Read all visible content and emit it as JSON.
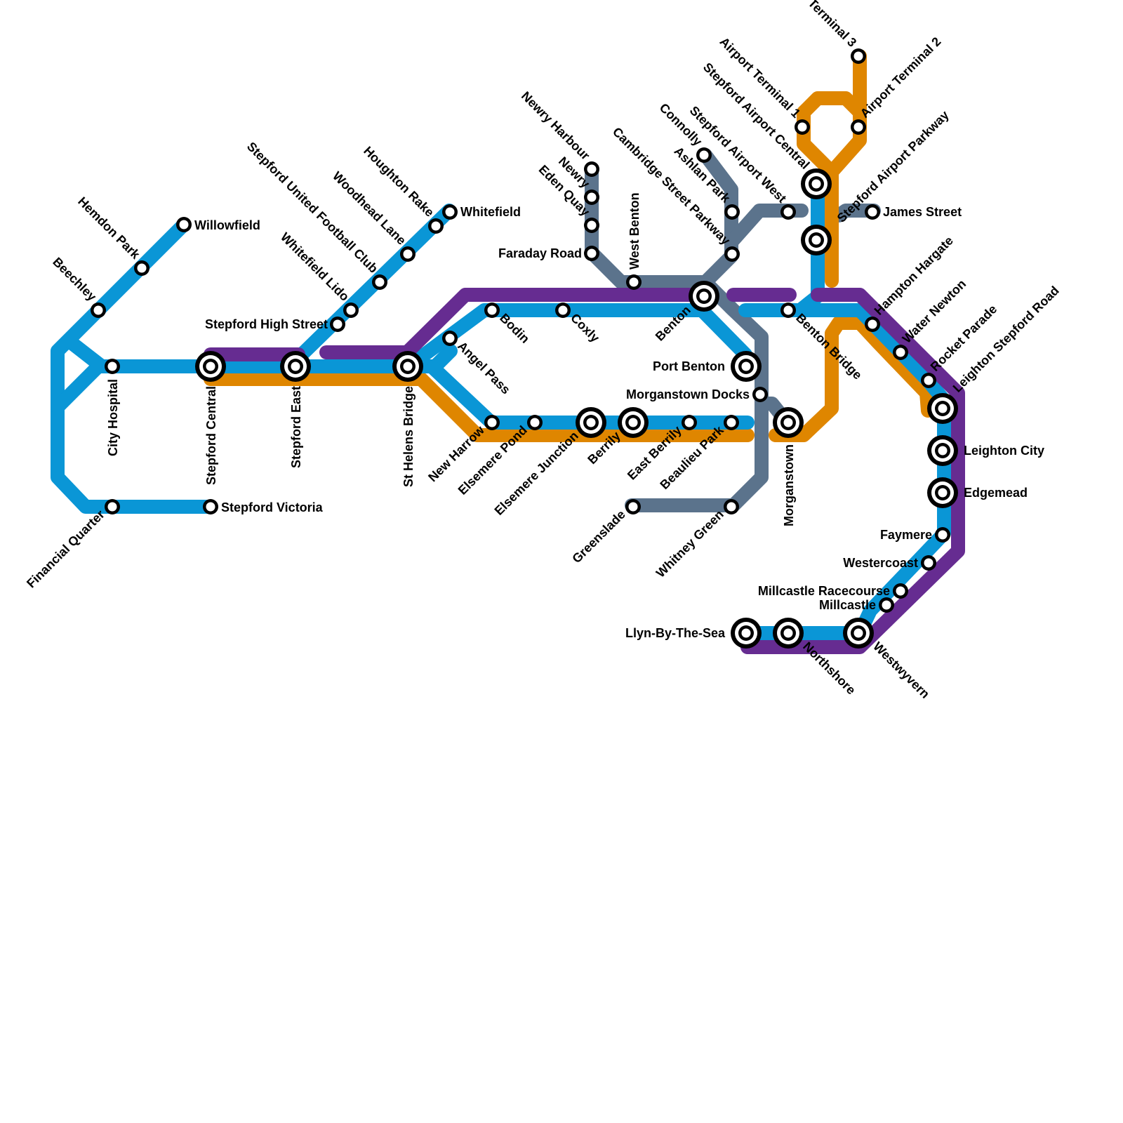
{
  "lines": [
    {
      "name": "Blue line",
      "color": "#0a96d6"
    },
    {
      "name": "Purple line",
      "color": "#662c91"
    },
    {
      "name": "Orange line",
      "color": "#df8600"
    },
    {
      "name": "Slate line",
      "color": "#5b738c"
    }
  ],
  "stations": {
    "willowfield": "Willowfield",
    "hemdon_park": "Hemdon Park",
    "beechley": "Beechley",
    "city_hospital": "City Hospital",
    "stepford_central": "Stepford Central",
    "stepford_victoria": "Stepford Victoria",
    "financial_quarter": "Financial Quarter",
    "stepford_east": "Stepford East",
    "stepford_high_street": "Stepford High Street",
    "whitefield_lido": "Whitefield Lido",
    "stepford_united_fc": "Stepford United Football Club",
    "woodhead_lane": "Woodhead Lane",
    "houghton_rake": "Houghton Rake",
    "whitefield": "Whitefield",
    "st_helens_bridge": "St Helens Bridge",
    "angel_pass": "Angel Pass",
    "bodin": "Bodin",
    "coxly": "Coxly",
    "new_harrow": "New Harrow",
    "elsemere_pond": "Elsemere Pond",
    "elsemere_junction": "Elsemere Junction",
    "berrily": "Berrily",
    "east_berrily": "East Berrily",
    "beaulieu_park": "Beaulieu Park",
    "greenslade": "Greenslade",
    "whitney_green": "Whitney Green",
    "newry_harbour": "Newry Harbour",
    "newry": "Newry",
    "eden_quay": "Eden Quay",
    "faraday_road": "Faraday Road",
    "west_benton": "West Benton",
    "cambridge_street_parkway": "Cambridge Street Parkway",
    "benton": "Benton",
    "connolly": "Connolly",
    "ashlan_park": "Ashlan Park",
    "stepford_airport_west": "Stepford Airport West",
    "port_benton": "Port Benton",
    "morganstown_docks": "Morganstown Docks",
    "morganstown": "Morganstown",
    "benton_bridge": "Benton Bridge",
    "stepford_airport_central": "Stepford Airport Central",
    "stepford_airport_parkway": "Stepford Airport Parkway",
    "james_street": "James Street",
    "airport_terminal_1": "Airport Terminal 1",
    "airport_terminal_2": "Airport Terminal 2",
    "airport_terminal_3": "Terminal 3",
    "hampton_hargate": "Hampton Hargate",
    "water_newton": "Water Newton",
    "rocket_parade": "Rocket Parade",
    "leighton_stepford_road": "Leighton Stepford Road",
    "leighton_city": "Leighton City",
    "edgemead": "Edgemead",
    "faymere": "Faymere",
    "westercoast": "Westercoast",
    "millcastle_racecourse": "Millcastle Racecourse",
    "millcastle": "Millcastle",
    "westwyvern": "Westwyvern",
    "northshore": "Northshore",
    "llyn_by_the_sea": "Llyn-By-The-Sea"
  }
}
